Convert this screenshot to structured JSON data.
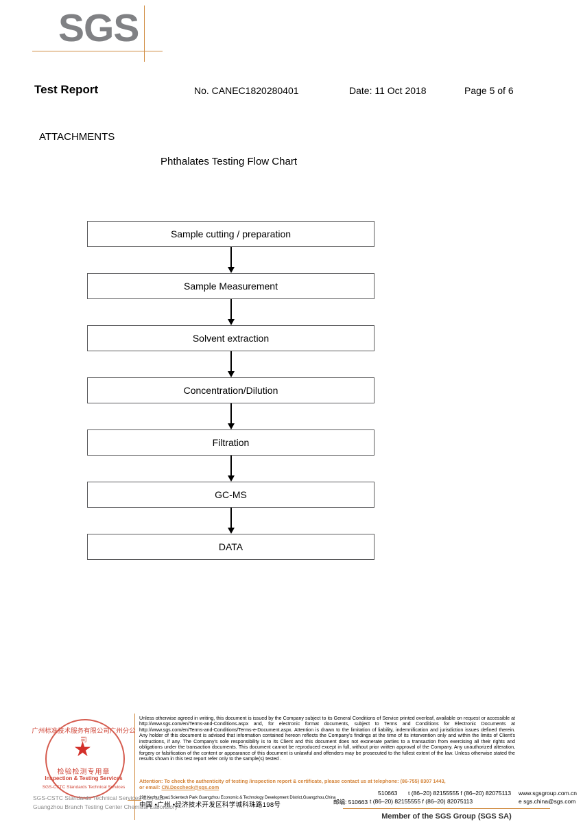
{
  "logo": {
    "text": "SGS"
  },
  "header": {
    "title": "Test Report",
    "report_no": "No. CANEC1820280401",
    "date": "Date: 11 Oct 2018",
    "page": "Page 5 of 6"
  },
  "content": {
    "attachments_label": "ATTACHMENTS",
    "flow_title": "Phthalates Testing Flow Chart"
  },
  "chart_data": {
    "type": "diagram",
    "title": "Phthalates Testing Flow Chart",
    "orientation": "vertical",
    "steps": [
      "Sample cutting / preparation",
      "Sample Measurement",
      "Solvent extraction",
      "Concentration/Dilution",
      "Filtration",
      "GC-MS",
      "DATA"
    ]
  },
  "seal": {
    "arc_top": "广州标准技术服务有限公司广州分公司",
    "star": "★",
    "cn_text": "检验检测专用章",
    "en_text": "Inspection & Testing Services",
    "arc_bottom": "SGS-CSTC Standards Technical Services",
    "company_line1": "SGS-CSTC Standards Technical Services Co., Ltd.",
    "company_line2": "Guangzhou Branch Testing Center Chemical Laboratory"
  },
  "footer": {
    "legal_text": "Unless otherwise agreed in writing, this document is issued by the Company subject to its General Conditions of Service printed overleaf, available on request or accessible at http://www.sgs.com/en/Terms-and-Conditions.aspx and, for electronic format documents, subject to Terms and Conditions for Electronic Documents at http://www.sgs.com/en/Terms-and-Conditions/Terms-e-Document.aspx. Attention is drawn to the limitation of liability, indemnification and jurisdiction issues defined therein. Any holder of this document is advised that information contained hereon reflects the Company's findings at the time of its intervention only and within the limits of Client's instructions, if any. The Company's sole responsibility is to its Client and this document does not exonerate parties to a transaction from exercising all their rights and obligations under the transaction documents. This document cannot be reproduced except in full, without prior written approval of the Company. Any unauthorized alteration, forgery or falsification of the content or appearance of this document is unlawful and offenders may be prosecuted to the fullest extent of the law. Unless otherwise stated the results shown in this test report refer only to the sample(s) tested .",
    "attention_line1": "Attention: To check the authenticity of testing /inspection report & certificate, please contact us at telephone: (86-755) 8307 1443,",
    "attention_line2_prefix": "or email: ",
    "attention_email": "CN.Doccheck@sgs.com",
    "address_en": "198 Kezhu Road,Scientech Park Guangzhou Economic & Technology Development District,Guangzhou,China",
    "zip_en": "510663",
    "tel_en": "t (86–20) 82155555    f (86–20) 82075113",
    "web_en": "www.sgsgroup.com.cn",
    "address_cn": "中国 •广州 •经济技术开发区科学城科珠路198号",
    "zip_cn": "邮编: 510663",
    "tel_cn": "t (86–20) 82155555    f (86–20) 82075113",
    "web_cn": "e sgs.china@sgs.com",
    "member_line": "Member of the SGS Group (SGS SA)"
  },
  "colors": {
    "brand_orange": "#d08a3e",
    "logo_gray": "#808184",
    "seal_red": "#cf4436",
    "attention_orange": "#d4853b"
  }
}
